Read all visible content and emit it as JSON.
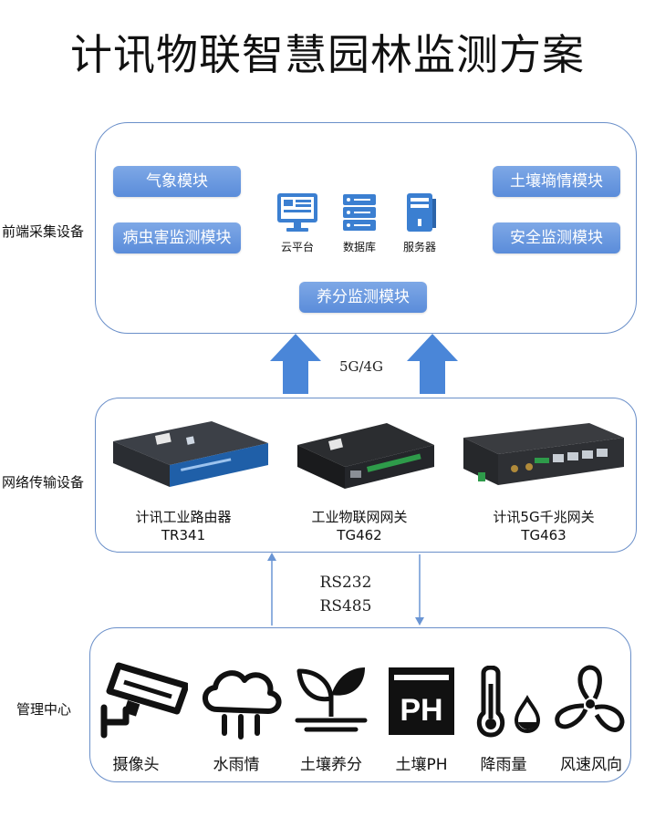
{
  "title": "计讯物联智慧园林监测方案",
  "sections": {
    "front": "前端采集设备",
    "network": "网络传输设备",
    "mgmt": "管理中心"
  },
  "modules": {
    "weather": "气象模块",
    "pest": "病虫害监测模块",
    "soil_moisture": "土壤墒情模块",
    "safety": "安全监测模块",
    "nutrient": "养分监测模块"
  },
  "center": {
    "cloud": "云平台",
    "database": "数据库",
    "server": "服务器"
  },
  "uplink": "5G/4G",
  "devices": [
    {
      "name": "计讯工业路由器",
      "model": "TR341"
    },
    {
      "name": "工业物联网网关",
      "model": "TG462"
    },
    {
      "name": "计讯5G千兆网关",
      "model": "TG463"
    }
  ],
  "serial": {
    "line1": "RS232",
    "line2": "RS485"
  },
  "sensors": [
    {
      "label": "摄像头",
      "icon": "camera-icon"
    },
    {
      "label": "水雨情",
      "icon": "rain-cloud-icon"
    },
    {
      "label": "土壤养分",
      "icon": "sprout-icon"
    },
    {
      "label": "土壤PH",
      "icon": "ph-icon"
    },
    {
      "label": "降雨量",
      "icon": "thermometer-icon"
    },
    {
      "label": "风速风向",
      "icon": "fan-icon"
    }
  ],
  "ph_text": "PH",
  "colors": {
    "accent": "#5a8cda",
    "arrow": "#4a86d8",
    "panel_border": "#6a8fc9"
  }
}
